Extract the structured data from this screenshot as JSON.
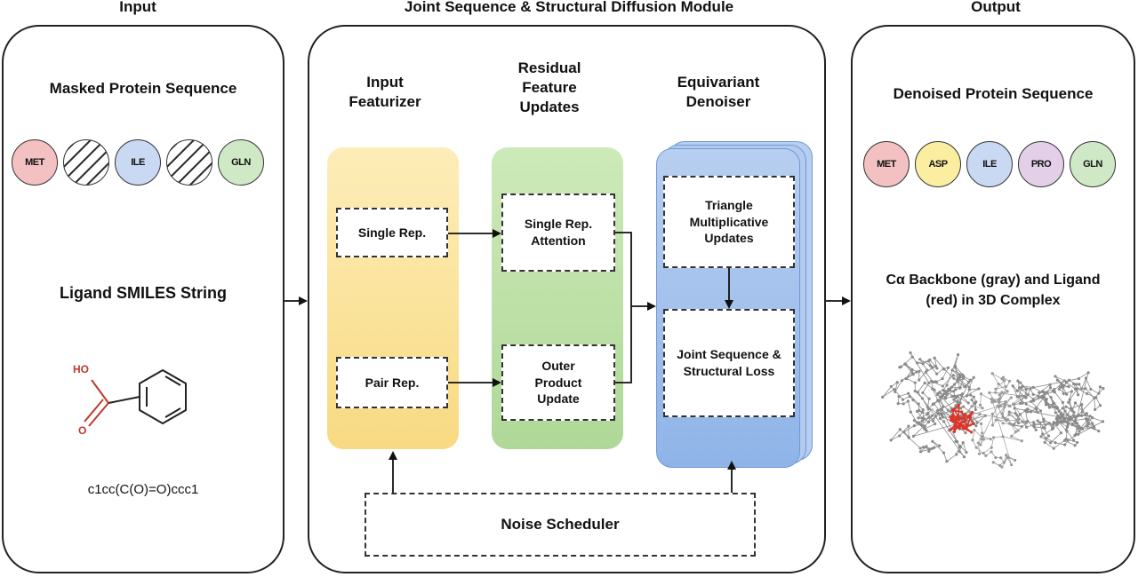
{
  "input": {
    "title": "Input",
    "masked_seq_label": "Masked Protein Sequence",
    "tokens": [
      {
        "text": "MET",
        "color": "#f3c1c1",
        "masked": false
      },
      {
        "text": "",
        "color": "#ffffff",
        "masked": true
      },
      {
        "text": "ILE",
        "color": "#c9d8f3",
        "masked": false
      },
      {
        "text": "",
        "color": "#ffffff",
        "masked": true
      },
      {
        "text": "GLN",
        "color": "#cfe8c5",
        "masked": false
      }
    ],
    "ligand_label": "Ligand SMILES String",
    "smiles": "c1cc(C(O)=O)ccc1",
    "atom_o_top": "HO",
    "atom_o_bottom": "O"
  },
  "module": {
    "title": "Joint Sequence & Structural Diffusion Module",
    "featurizer_label": "Input\nFeaturizer",
    "residual_label": "Residual\nFeature\nUpdates",
    "denoiser_label": "Equivariant\nDenoiser",
    "single_rep": "Single Rep.",
    "pair_rep": "Pair Rep.",
    "single_attention": "Single Rep.\nAttention",
    "outer_product": "Outer\nProduct\nUpdate",
    "triangle": "Triangle\nMultiplicative\nUpdates",
    "joint_loss": "Joint Sequence &\nStructural Loss",
    "noise_scheduler": "Noise Scheduler",
    "colors": {
      "featurizer": "#fbe39a",
      "residual": "#bfe3a8",
      "denoiser": "#a9c6ee"
    }
  },
  "output": {
    "title": "Output",
    "denoised_label": "Denoised Protein Sequence",
    "tokens": [
      {
        "text": "MET",
        "color": "#f3c1c1"
      },
      {
        "text": "ASP",
        "color": "#fbeea0"
      },
      {
        "text": "ILE",
        "color": "#c9d8f3"
      },
      {
        "text": "PRO",
        "color": "#e3cfe8"
      },
      {
        "text": "GLN",
        "color": "#cfe8c5"
      }
    ],
    "complex_label": "Cα Backbone (gray) and Ligand\n(red) in 3D Complex"
  }
}
